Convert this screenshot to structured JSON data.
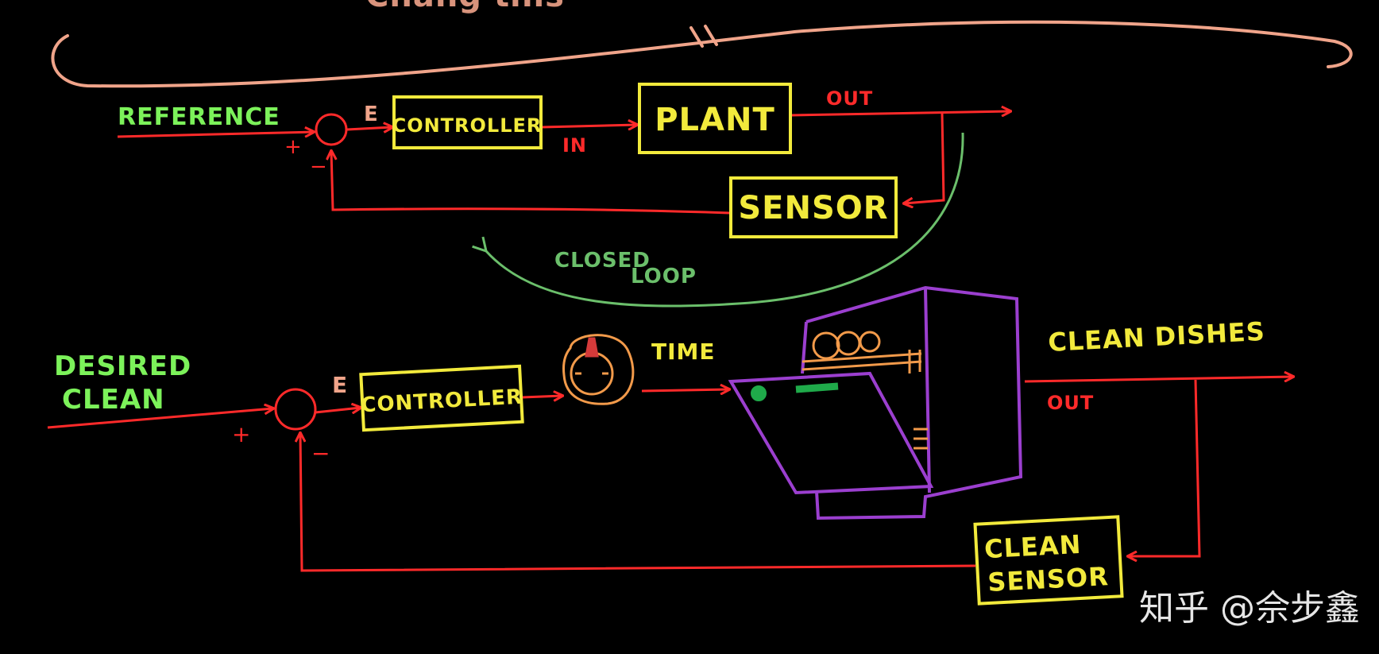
{
  "top_text": "Chang this",
  "open_loop": {
    "reference": "REFERENCE",
    "plus": "+",
    "minus": "−",
    "error": "E",
    "controller": "CONTROLLER",
    "input": "IN",
    "plant": "PLANT",
    "output": "OUT",
    "sensor": "SENSOR",
    "closed_loop_line1": "CLOSED",
    "closed_loop_line2": "LOOP"
  },
  "dishwasher_loop": {
    "desired_line1": "DESIRED",
    "desired_line2": "CLEAN",
    "plus": "+",
    "minus": "−",
    "error": "E",
    "controller": "CONTROLLER",
    "time": "TIME",
    "clean_dishes": "CLEAN DISHES",
    "output": "OUT",
    "sensor_line1": "CLEAN",
    "sensor_line2": "SENSOR"
  },
  "watermark": "知乎 @佘步鑫",
  "colors": {
    "background": "#000000",
    "signal": "#ff2a2a",
    "box": "#f2ea3c",
    "label": "#7cf25a",
    "brace": "#f0a48a",
    "dishwasher": "#9b3fcf",
    "dial": "#f29a4a",
    "loop_arrow": "#6bbf6b"
  }
}
